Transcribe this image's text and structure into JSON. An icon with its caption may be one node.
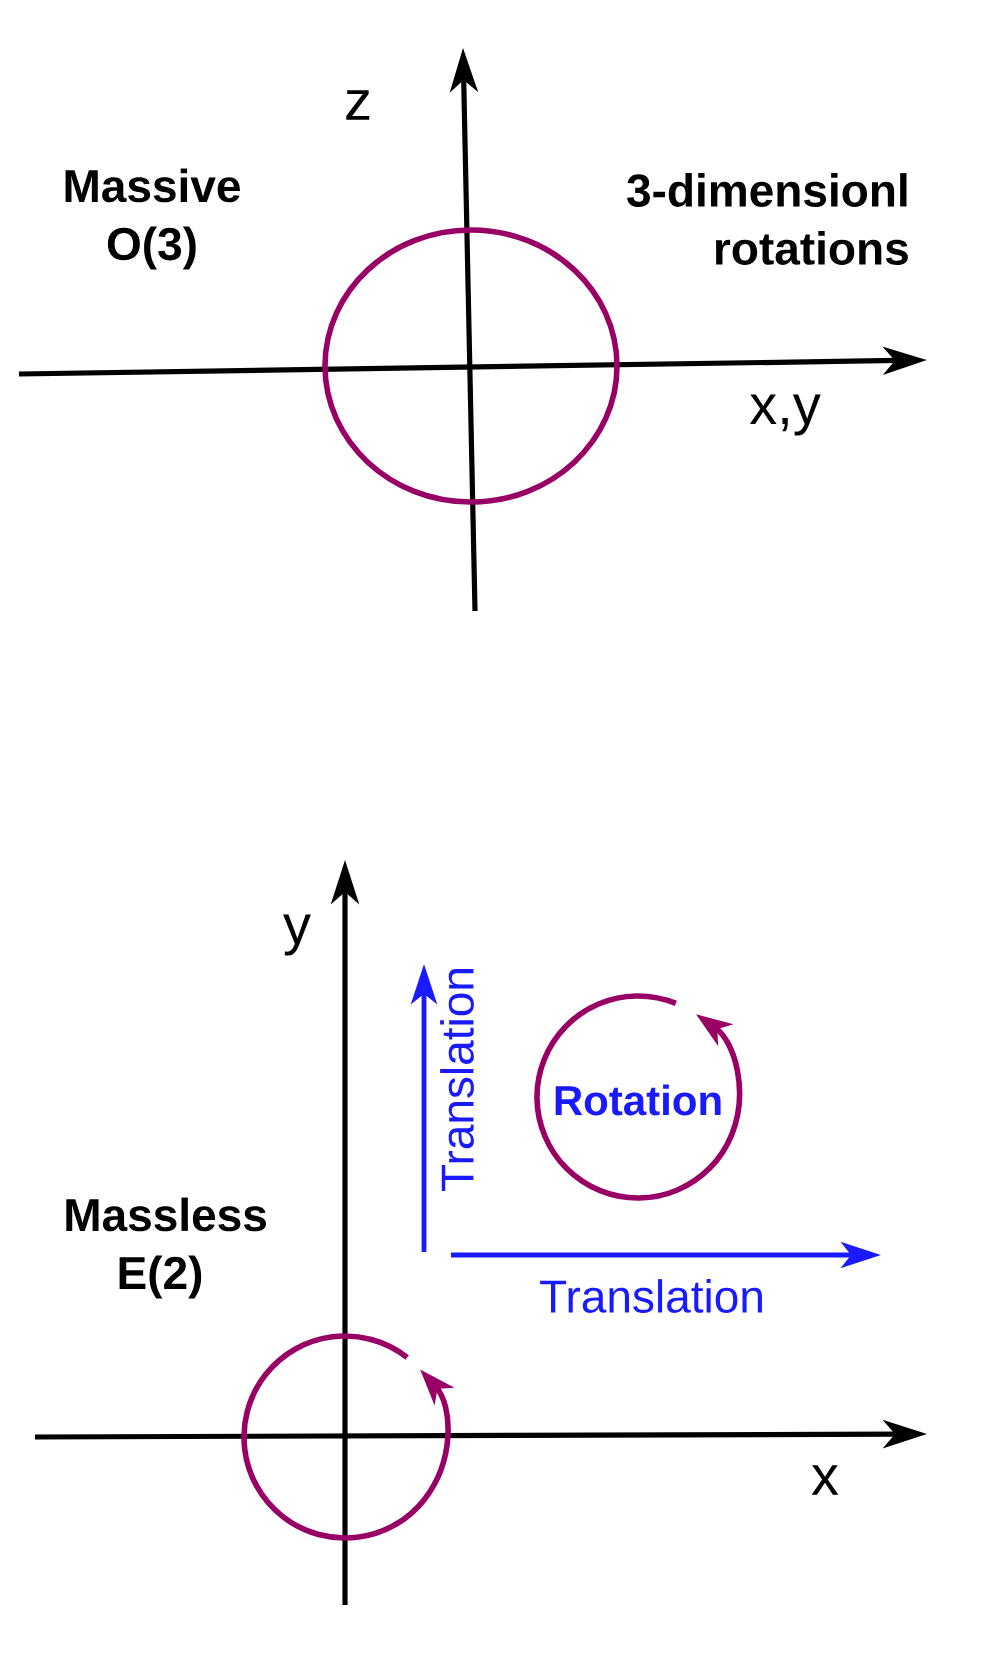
{
  "diagram": {
    "nodes": [
      {
        "text": [
          "Rotation"
        ]
      }
    ],
    "labels": [
      "z",
      "Massive O(3)",
      "3-dimensionl rotations",
      "x,y",
      "y",
      "Translation",
      "Massless E(2)",
      "Translation",
      "x"
    ]
  }
}
